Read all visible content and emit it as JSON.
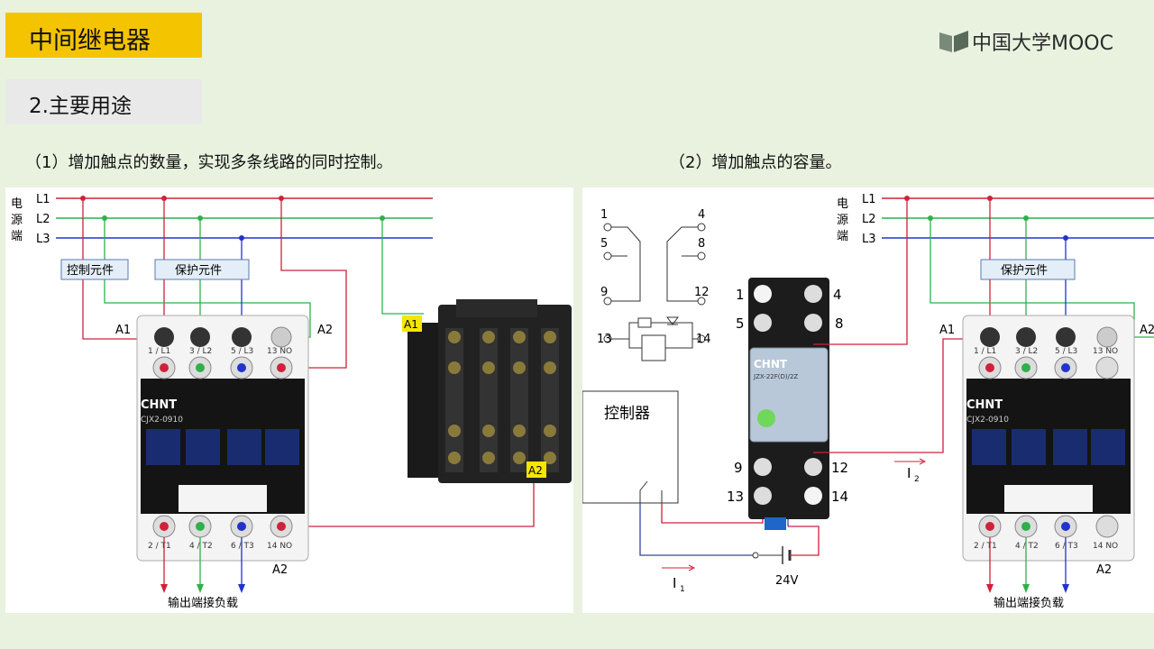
{
  "header": {
    "title": "中间继电器",
    "logo_text": "中国大学MOOC"
  },
  "section": {
    "label": "2.主要用途"
  },
  "points": [
    {
      "text": "（1）增加触点的数量，实现多条线路的同时控制。"
    },
    {
      "text": "（2）增加触点的容量。"
    }
  ],
  "left_diagram": {
    "power_label": [
      "电",
      "源",
      "端"
    ],
    "lines": [
      "L1",
      "L2",
      "L3"
    ],
    "control_box": "控制元件",
    "protect_box": "保护元件",
    "a1": "A1",
    "a2": "A2",
    "a2_bottom": "A2",
    "relay_a1": "A1",
    "relay_a2": "A2",
    "brand": "CHNT",
    "model": "CJX2-0910",
    "top_terminals": [
      "1 / L1",
      "3 / L2",
      "5 / L3",
      "13 NO"
    ],
    "bottom_terminals": [
      "2 / T1",
      "4 / T2",
      "6 / T3",
      "14 NO"
    ],
    "output": "输出端接负载"
  },
  "right_diagram": {
    "power_label": [
      "电",
      "源",
      "端"
    ],
    "lines": [
      "L1",
      "L2",
      "L3"
    ],
    "protect_box": "保护元件",
    "a1": "A1",
    "a2": "A2",
    "a2_bottom": "A2",
    "brand": "CHNT",
    "model": "CJX2-0910",
    "top_terminals": [
      "1 / L1",
      "3 / L2",
      "5 / L3",
      "13 NO"
    ],
    "bottom_terminals": [
      "2 / T1",
      "4 / T2",
      "6 / T3",
      "14 NO"
    ],
    "output": "输出端接负载",
    "controller": "控制器",
    "voltage": "24V",
    "i1": "I",
    "i1_sub": "1",
    "i2": "I",
    "i2_sub": "2",
    "schematic_nums": [
      "1",
      "4",
      "5",
      "8",
      "9",
      "12",
      "13",
      "14"
    ],
    "relay_nums": [
      "1",
      "4",
      "5",
      "8",
      "9",
      "12",
      "13",
      "14"
    ],
    "relay_brand": "CHNT",
    "relay_model": "JZX-22F(D)/2Z"
  },
  "colors": {
    "l1": "#d0213a",
    "l2": "#2fb04a",
    "l3": "#2233cc",
    "accent": "#f5c400",
    "control": "#3344aa"
  }
}
